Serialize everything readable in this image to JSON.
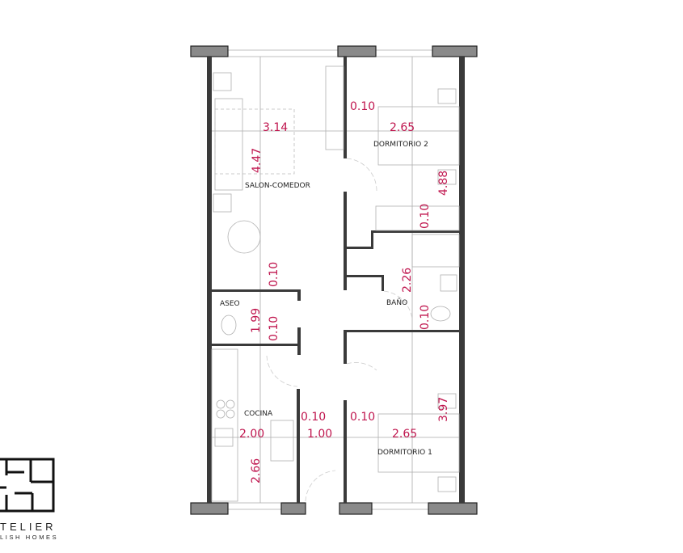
{
  "rooms": {
    "salon": "SALON-COMEDOR",
    "dormitorio2": "DORMITORIO 2",
    "bano": "BAÑO",
    "aseo": "ASEO",
    "cocina": "COCINA",
    "dormitorio1": "DORMITORIO 1"
  },
  "dimensions": {
    "d_010_top": "0.10",
    "d_314": "3.14",
    "d_265_top": "2.65",
    "d_488": "4.88",
    "d_447": "4.47",
    "d_010_dorm2": "0.10",
    "d_010_salon": "0.10",
    "d_226": "2.26",
    "d_010_bano": "0.10",
    "d_199": "1.99",
    "d_010_aseo": "0.10",
    "d_010_cocina": "0.10",
    "d_010_hall": "0.10",
    "d_397": "3.97",
    "d_266": "2.66",
    "d_200": "2.00",
    "d_100": "1.00",
    "d_265_bottom": "2.65"
  },
  "logo": {
    "name": "TELIER",
    "tagline": "LISH HOMES"
  },
  "colors": {
    "dimension": "#c0174f",
    "wall": "#3a3a3a"
  }
}
